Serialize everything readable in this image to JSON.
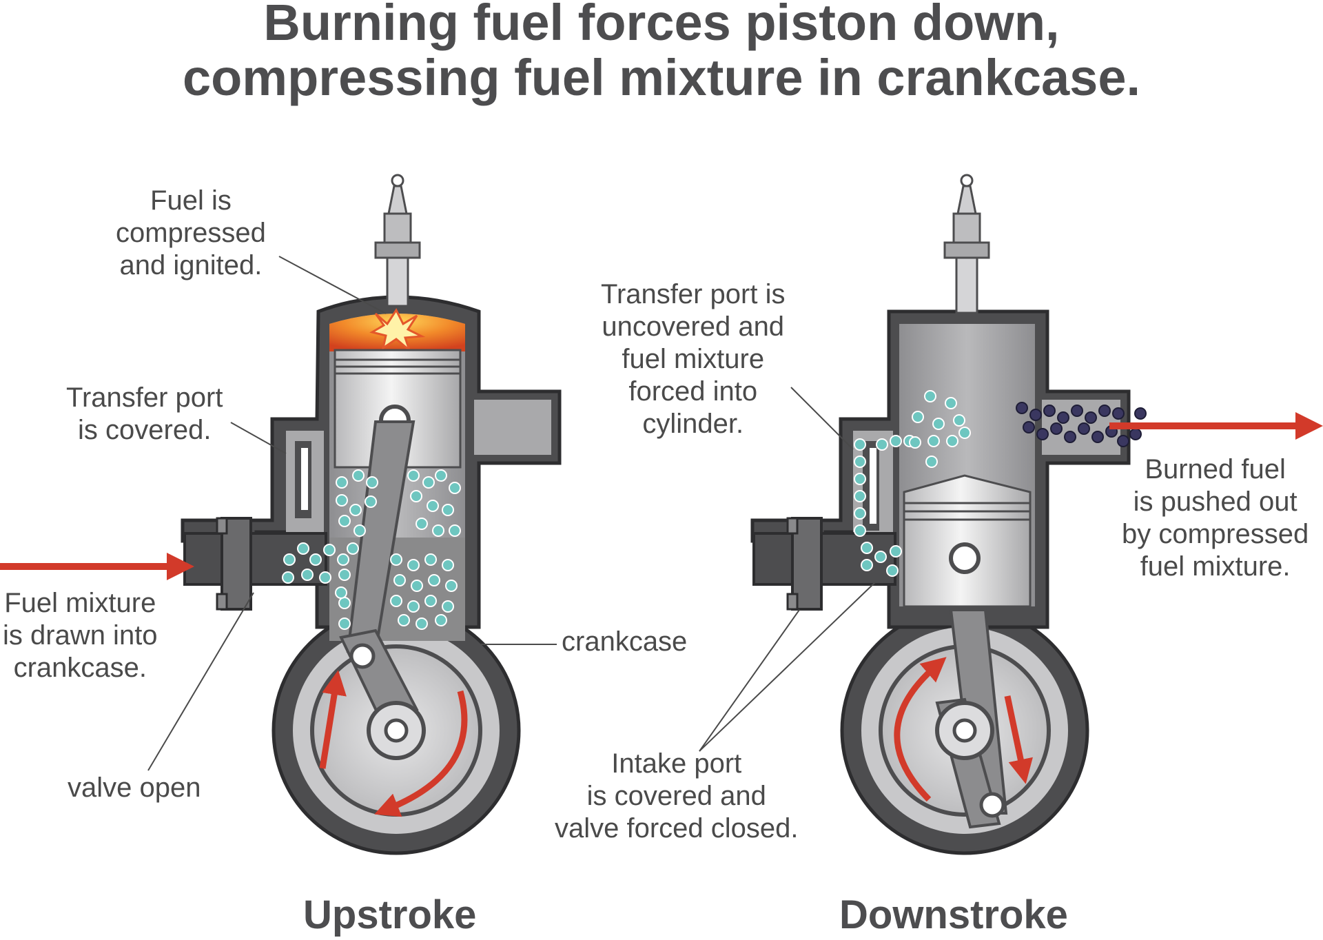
{
  "title": {
    "line1": "Burning fuel forces piston down,",
    "line2": "compressing fuel mixture in crankcase."
  },
  "upstroke": {
    "caption": "Upstroke",
    "labels": {
      "ignite": [
        "Fuel is",
        "compressed",
        "and ignited."
      ],
      "transfer_covered": [
        "Transfer port",
        "is covered."
      ],
      "fuel_drawn": [
        "Fuel mixture",
        "is drawn into",
        "crankcase."
      ],
      "valve_open": "valve open",
      "crankcase": "crankcase"
    }
  },
  "downstroke": {
    "caption": "Downstroke",
    "labels": {
      "transfer_uncovered": [
        "Transfer port is",
        "uncovered and",
        "fuel mixture",
        "forced into",
        "cylinder."
      ],
      "burned_fuel": [
        "Burned fuel",
        "is pushed out",
        "by compressed",
        "fuel mixture."
      ],
      "intake_covered": [
        "Intake port",
        "is covered and",
        "valve forced closed."
      ]
    }
  },
  "colors": {
    "text": "#4a4a4a",
    "arrow_red": "#d23a2a",
    "fuel_teal": "#6ec6c0",
    "exhaust_purple": "#3a3760",
    "engine_dark": "#4d4d4f",
    "engine_light": "#a9a9ab"
  }
}
